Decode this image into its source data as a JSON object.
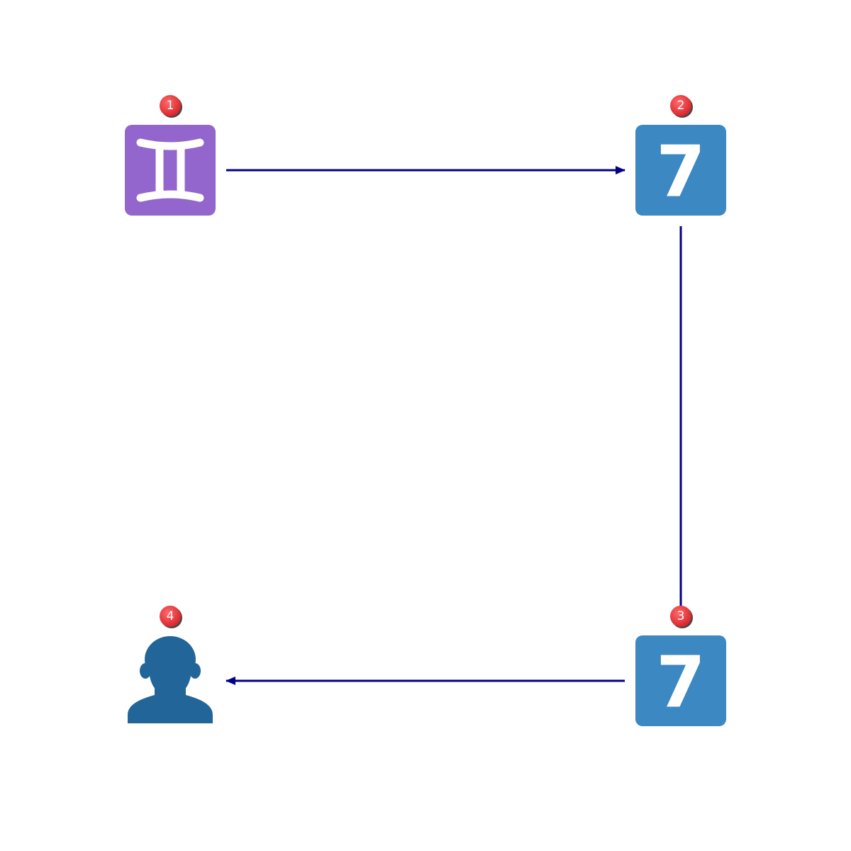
{
  "nodes": [
    {
      "id": 1,
      "badge": "1",
      "icon": "gemini-icon",
      "color": "#9266cc"
    },
    {
      "id": 2,
      "badge": "2",
      "icon": "keycap-seven-icon",
      "label": "7",
      "color": "#3b88c3"
    },
    {
      "id": 3,
      "badge": "3",
      "icon": "keycap-seven-icon",
      "label": "7",
      "color": "#3b88c3"
    },
    {
      "id": 4,
      "badge": "4",
      "icon": "bust-silhouette-icon",
      "color": "#226699"
    }
  ],
  "edges": [
    {
      "from": 1,
      "to": 2,
      "arrow": true
    },
    {
      "from": 2,
      "to": 3,
      "arrow": false
    },
    {
      "from": 3,
      "to": 4,
      "arrow": true
    }
  ],
  "colors": {
    "edge": "#00008b",
    "badge": "#e8333b",
    "badge_text": "#ffffff"
  }
}
